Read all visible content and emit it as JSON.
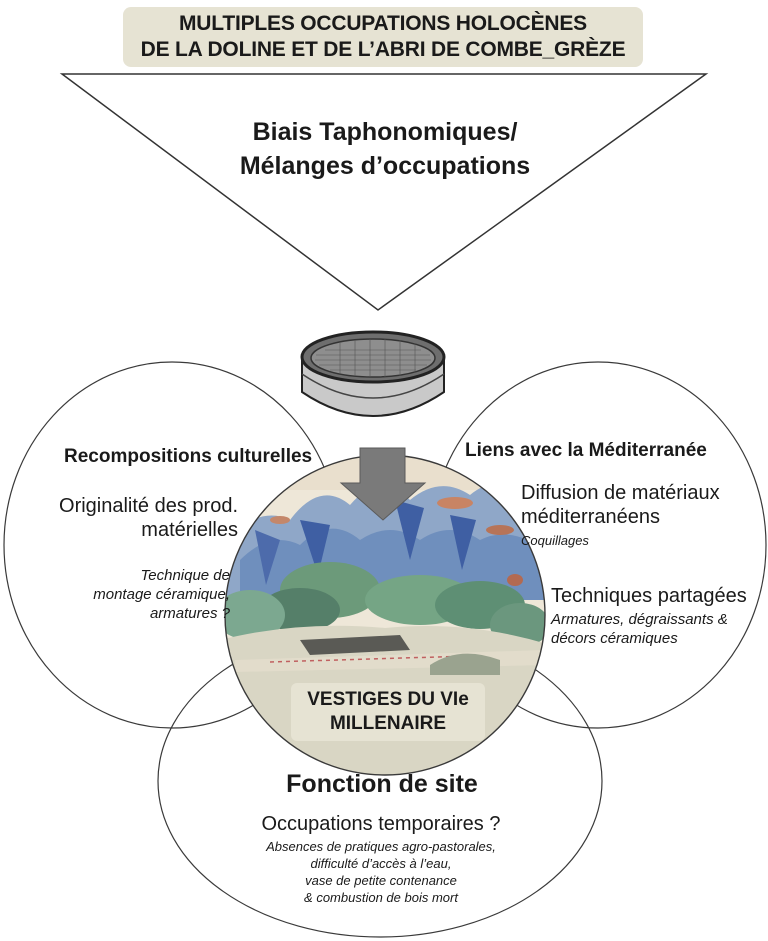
{
  "title": {
    "line1": "MULTIPLES OCCUPATIONS HOLOCÈNES",
    "line2": "DE LA DOLINE ET DE L’ABRI DE COMBE_GRÈZE"
  },
  "funnel": {
    "line1": "Biais Taphonomiques/",
    "line2": "Mélanges d’occupations"
  },
  "left_circle": {
    "heading": "Recompositions culturelles",
    "body_line1": "Originalité des prod.",
    "body_line2": "matérielles",
    "italic_line1": "Technique de",
    "italic_line2": "montage céramique,",
    "italic_line3": "armatures ?"
  },
  "right_circle": {
    "heading": "Liens avec la Méditerranée",
    "body1_line1": "Diffusion de matériaux",
    "body1_line2": "méditerranéens",
    "body1_italic": "Coquillages",
    "body2": "Techniques partagées",
    "body2_italic_line1": "Armatures, dégraissants &",
    "body2_italic_line2": "décors céramiques"
  },
  "center": {
    "line1": "VESTIGES DU VIe",
    "line2": "MILLENAIRE"
  },
  "bottom_circle": {
    "heading": "Fonction de site",
    "body": "Occupations temporaires ?",
    "italic_line1": "Absences de pratiques agro-pastorales,",
    "italic_line2": "difficulté d’accès à l’eau,",
    "italic_line3": "vase de petite contenance",
    "italic_line4": "& combustion de bois mort"
  },
  "colors": {
    "title_box": "#e6e3d3",
    "arrow": "#7a7a7a",
    "circle_stroke": "#3a3a3a"
  }
}
